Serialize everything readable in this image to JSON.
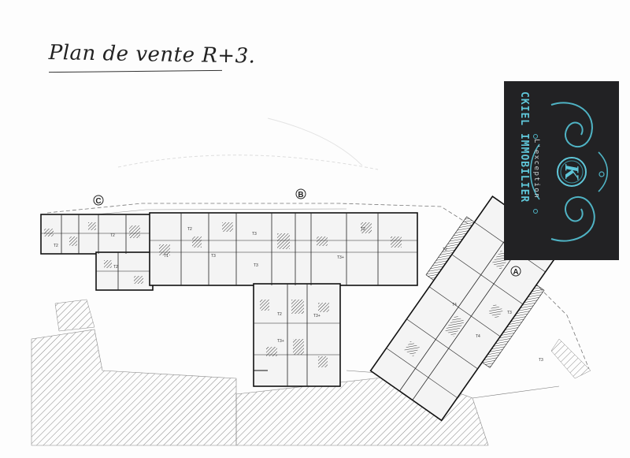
{
  "title": "Plan de vente R+3.",
  "logo": {
    "brand": "CKIEL IMMOBILIER",
    "tagline": "L'exception",
    "monogram": "K"
  },
  "buildings": {
    "a": "A",
    "b": "B",
    "c": "C"
  },
  "unit_labels": {
    "t2_c1": "T2",
    "t2_c2": "T2",
    "t2_c3": "T2",
    "t1_b1": "T1",
    "t2_b1": "T2",
    "t3_b1": "T3",
    "t3_b2": "T3",
    "t3_b3": "T3",
    "t3p_b1": "T3+",
    "t3p_b2": "T3+",
    "t2_b2": "T2",
    "t2_b3": "T2",
    "t3p_b3": "T3+",
    "t2_a1": "T2",
    "t4_a1": "T4",
    "t4_a2": "T4",
    "t3_a1": "T3",
    "t3_a2": "T3"
  },
  "colors": {
    "logo_background": "#222224",
    "logo_accent": "#5fc6d8",
    "ink": "#222222"
  }
}
